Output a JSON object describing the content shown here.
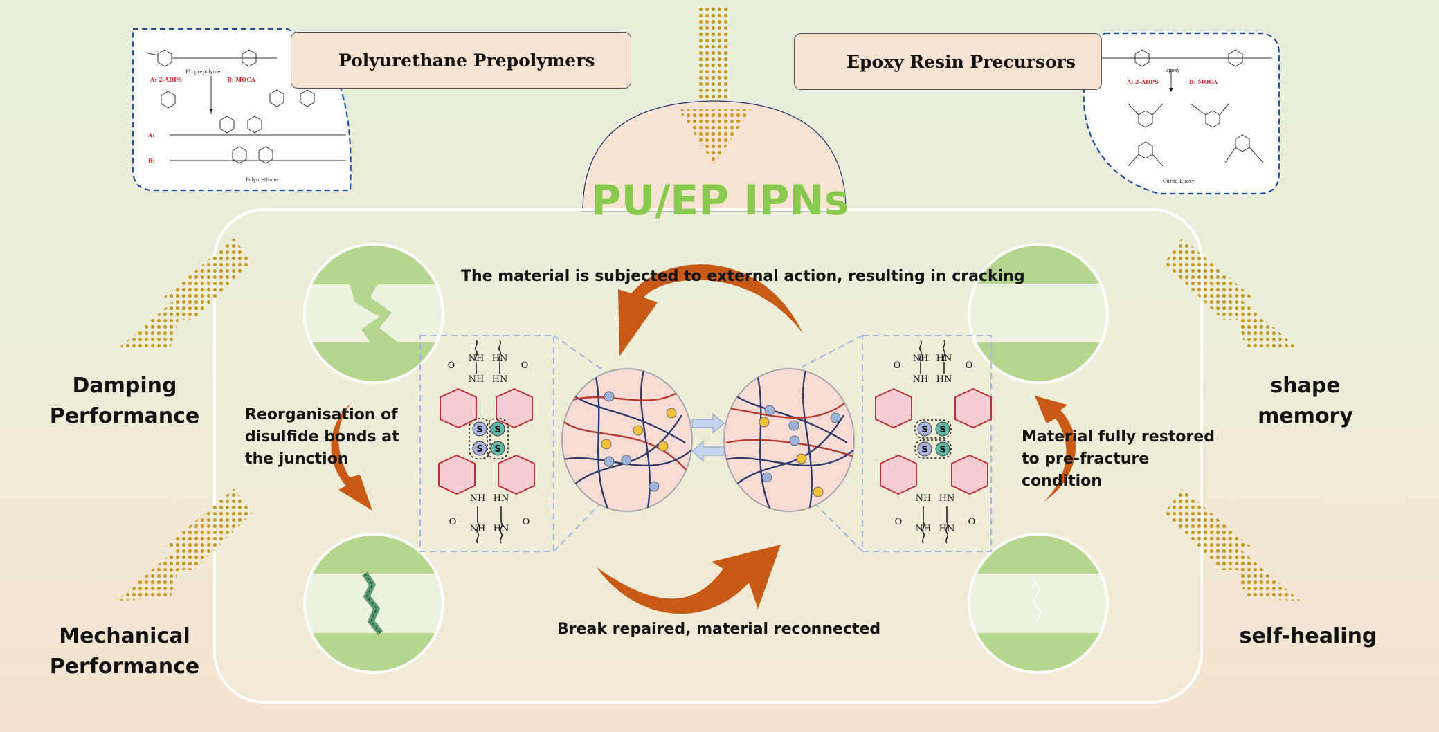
{
  "title": "PU/EP IPNs",
  "precursors": {
    "pu": "Polyurethane Prepolymers",
    "ep": "Epoxy Resin Precursors"
  },
  "pu_scheme": {
    "pu_prepolymer": "PU prepolymer",
    "label_a": "A:  2-ADPS",
    "label_b": "B:  MOCA",
    "product_a": "A:",
    "product_b": "B:",
    "product": "Polyurethane"
  },
  "ep_scheme": {
    "epoxy": "Epoxy",
    "label_a": "A:  2-ADPS",
    "label_b": "B:  MOCA",
    "product": "Cured Epoxy"
  },
  "properties": {
    "damping": [
      "Damping",
      "Performance"
    ],
    "mechanical": [
      "Mechanical",
      "Performance"
    ],
    "shape_memory": [
      "shape",
      "memory"
    ],
    "self_healing": "self-healing"
  },
  "captions": {
    "cracking": "The material is subjected to external action, resulting in cracking",
    "reorganisation": [
      "Reorganisation of",
      "disulfide bonds at",
      "the junction"
    ],
    "repaired": "Break repaired, material reconnected",
    "restored": [
      "Material fully restored",
      "to pre-fracture",
      "condition"
    ]
  },
  "chem": {
    "s": "S",
    "nh": "NH",
    "hn": "HN",
    "o": "O"
  },
  "colors": {
    "accent_green": "#8ac94f",
    "arrow_orange": "#c85a17",
    "gold_dots": "#c69a24",
    "band_green": "#b5d68f",
    "dash_blue": "#1f4e9c"
  }
}
